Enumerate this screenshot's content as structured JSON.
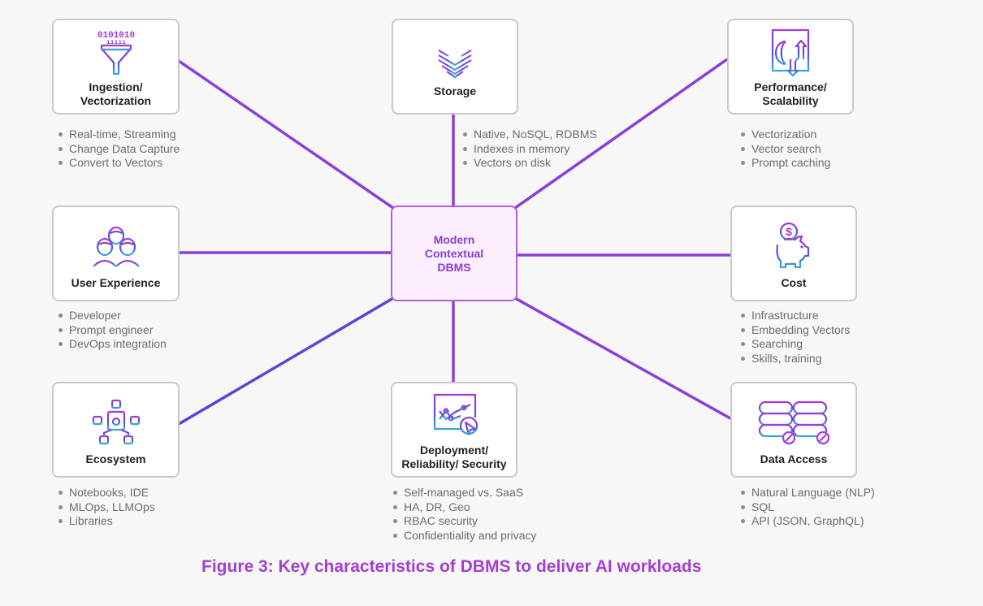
{
  "diagram": {
    "center": {
      "title": "Modern\nContextual\nDBMS"
    },
    "nodes": [
      {
        "id": "ingestion",
        "title": "Ingestion/\nVectorization",
        "icon": "funnel-binary-icon",
        "bullets": [
          "Real-time, Streaming",
          "Change Data Capture",
          "Convert to Vectors"
        ]
      },
      {
        "id": "storage",
        "title": "Storage",
        "icon": "storage-hexagon-icon",
        "bullets": [
          "Native, NoSQL, RDBMS",
          "Indexes in memory",
          "Vectors on disk"
        ]
      },
      {
        "id": "performance",
        "title": "Performance/\nScalability",
        "icon": "globe-arrows-icon",
        "bullets": [
          "Vectorization",
          "Vector search",
          "Prompt caching"
        ]
      },
      {
        "id": "user-experience",
        "title": "User Experience",
        "icon": "users-group-icon",
        "bullets": [
          "Developer",
          "Prompt engineer",
          "DevOps integration"
        ]
      },
      {
        "id": "cost",
        "title": "Cost",
        "icon": "piggy-bank-icon",
        "bullets": [
          "Infrastructure",
          "Embedding Vectors",
          "Searching",
          "Skills, training"
        ]
      },
      {
        "id": "ecosystem",
        "title": "Ecosystem",
        "icon": "network-hub-icon",
        "bullets": [
          "Notebooks, IDE",
          "MLOps, LLMOps",
          "Libraries"
        ]
      },
      {
        "id": "deployment",
        "title": "Deployment/\nReliability/ Security",
        "icon": "chart-window-cursor-icon",
        "bullets": [
          "Self-managed vs. SaaS",
          "HA, DR, Geo",
          "RBAC security",
          "Confidentiality and privacy"
        ]
      },
      {
        "id": "data-access",
        "title": "Data Access",
        "icon": "database-link-icon",
        "bullets": [
          "Natural Language (NLP)",
          "SQL",
          "API (JSON, GraphQL)"
        ]
      }
    ],
    "caption": "Figure 3: Key characteristics of DBMS to deliver AI workloads"
  },
  "colors": {
    "connector": "#8b3fd6",
    "center_fill": "#fbeefd",
    "center_border": "#b45ee0",
    "caption": "#a23fcf",
    "icon_gradient_top": "#a03ad8",
    "icon_gradient_bottom": "#3aa0d8"
  }
}
